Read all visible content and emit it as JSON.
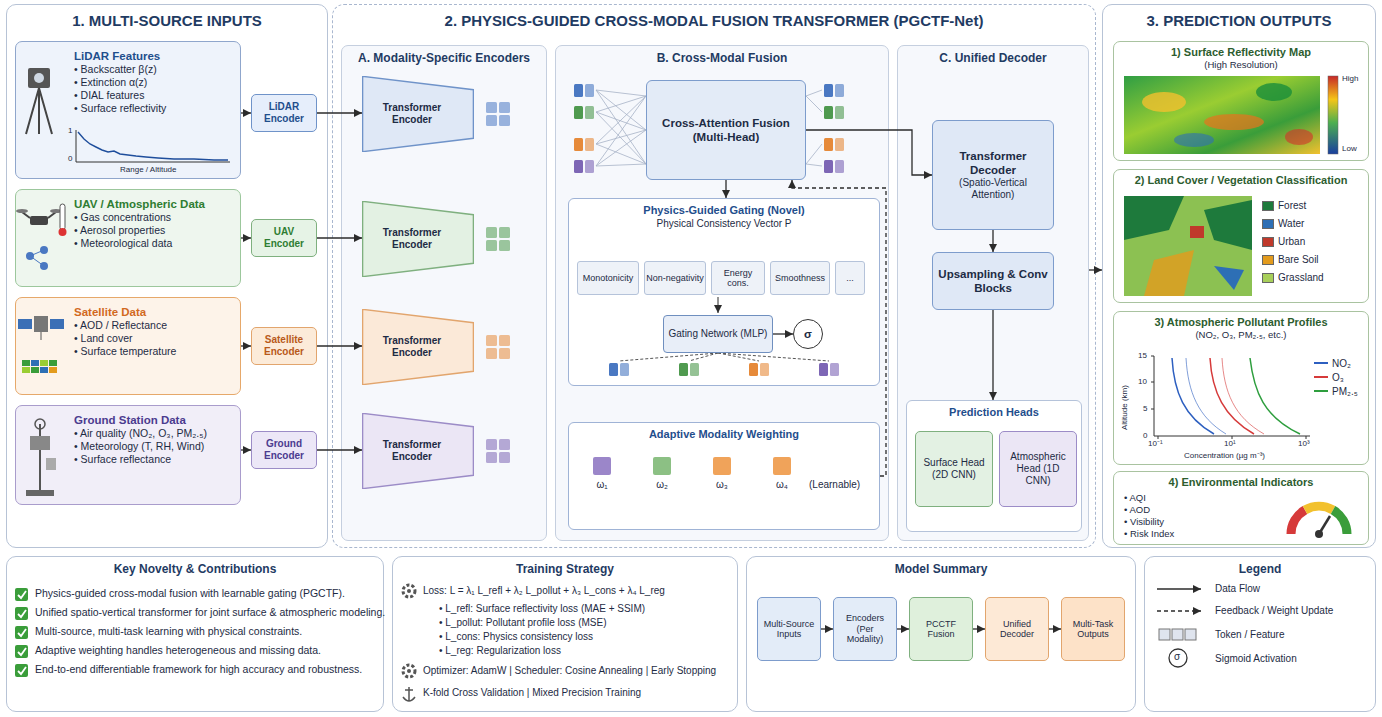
{
  "diagram": {
    "nodes": [
      {
        "text": [
          "1. MULTI-SOURCE INPUTS"
        ]
      },
      {
        "text": [
          "LiDAR Features",
          "• Backscatter β(z)",
          "• Extinction α(z)",
          "• DIAL features",
          "• Surface reflectivity"
        ],
        "in": 0
      },
      {
        "text": [
          "LiDAR Encoder"
        ],
        "in": 0
      },
      {
        "text": [
          "UAV / Atmospheric Data",
          "• Gas concentrations",
          "• Aerosol properties",
          "• Meteorological data"
        ],
        "in": 0
      },
      {
        "text": [
          "UAV Encoder"
        ],
        "in": 0
      },
      {
        "text": [
          "Satellite Data",
          "• AOD / Reflectance",
          "• Land cover",
          "• Surface temperature"
        ],
        "in": 0
      },
      {
        "text": [
          "Satellite Encoder"
        ],
        "in": 0
      },
      {
        "text": [
          "Ground Station Data",
          "• Air quality (NO₂, O₃, PM₂.₅)",
          "• Meteorology (T, RH, Wind)",
          "• Surface reflectance"
        ],
        "in": 0
      },
      {
        "text": [
          "Ground Encoder"
        ],
        "in": 0
      },
      {
        "text": [
          "2. PHYSICS-GUIDED CROSS-MODAL FUSION TRANSFORMER (PGCTF-Net)"
        ]
      },
      {
        "text": [
          "A. Modality-Specific Encoders"
        ],
        "in": 9
      },
      {
        "text": [
          "Transformer Encoder"
        ],
        "in": 10
      },
      {
        "text": [
          "Transformer Encoder"
        ],
        "in": 10
      },
      {
        "text": [
          "Transformer Encoder"
        ],
        "in": 10
      },
      {
        "text": [
          "Transformer Encoder"
        ],
        "in": 10
      },
      {
        "text": [
          "B. Cross-Modal Fusion"
        ],
        "in": 9
      },
      {
        "text": [
          "Cross-Attention Fusion (Multi-Head)"
        ],
        "in": 15
      },
      {
        "text": [
          "Physics-Guided Gating (Novel)",
          "Physical Consistency Vector P"
        ],
        "in": 15
      },
      {
        "text": [
          "Monotonicity"
        ],
        "in": 17
      },
      {
        "text": [
          "Non-negativity"
        ],
        "in": 17
      },
      {
        "text": [
          "Energy cons."
        ],
        "in": 17
      },
      {
        "text": [
          "Smoothness"
        ],
        "in": 17
      },
      {
        "text": [
          "..."
        ],
        "in": 17
      },
      {
        "text": [
          "Gating Network (MLP)"
        ],
        "in": 17
      },
      {
        "text": [
          "σ"
        ],
        "in": 17
      },
      {
        "text": [
          "Adaptive Modality Weighting",
          "ω₁",
          "ω₂",
          "ω₃",
          "ω₄",
          "(Learnable)"
        ],
        "in": 15
      },
      {
        "text": [
          "C. Unified Decoder"
        ],
        "in": 9
      },
      {
        "text": [
          "Transformer Decoder",
          "(Spatio-Vertical Attention)"
        ],
        "in": 26
      },
      {
        "text": [
          "Upsampling & Conv Blocks"
        ],
        "in": 26
      },
      {
        "text": [
          "Prediction Heads"
        ],
        "in": 26
      },
      {
        "text": [
          "Surface Head (2D CNN)"
        ],
        "in": 29
      },
      {
        "text": [
          "Atmospheric Head (1D CNN)"
        ],
        "in": 29
      },
      {
        "text": [
          "3. PREDICTION OUTPUTS"
        ]
      },
      {
        "text": [
          "1) Surface Reflectivity Map",
          "(High Resolution)"
        ],
        "in": 32
      },
      {
        "text": [
          "2) Land Cover / Vegetation Classification"
        ],
        "in": 32
      },
      {
        "text": [
          "3) Atmospheric Pollutant Profiles",
          "(NO₂, O₃, PM₂.₅, etc.)"
        ],
        "in": 32
      },
      {
        "text": [
          "4) Environmental Indicators",
          "• AQI",
          "• AOD",
          "• Visibility",
          "• Risk Index"
        ],
        "in": 32
      },
      {
        "text": [
          "Key Novelty & Contributions",
          "Physics-guided cross-modal fusion with learnable gating (PGCTF).",
          "Unified spatio-vertical transformer for joint surface & atmospheric modeling.",
          "Multi-source, multi-task learning with physical constraints.",
          "Adaptive weighting handles heterogeneous and missing data.",
          "End-to-end differentiable framework for high accuracy and robustness."
        ]
      },
      {
        "text": [
          "Training Strategy",
          "Loss: L = λ₁ L_refl + λ₂ L_pollut + λ₃ L_cons + λ₄ L_reg",
          "• L_refl: Surface reflectivity loss (MAE + SSIM)",
          "• L_pollut: Pollutant profile loss (MSE)",
          "• L_cons: Physics consistency loss",
          "• L_reg: Regularization loss",
          "Optimizer: AdamW  |  Scheduler: Cosine Annealing  |  Early Stopping",
          "K-fold Cross Validation  |  Mixed Precision Training"
        ]
      },
      {
        "text": [
          "Model Summary"
        ]
      },
      {
        "text": [
          "Multi-Source Inputs"
        ],
        "in": 39
      },
      {
        "text": [
          "Encoders (Per Modality)"
        ],
        "in": 39
      },
      {
        "text": [
          "PCCTF Fusion"
        ],
        "in": 39
      },
      {
        "text": [
          "Unified Decoder"
        ],
        "in": 39
      },
      {
        "text": [
          "Multi-Task Outputs"
        ],
        "in": 39
      },
      {
        "text": [
          "Legend"
        ]
      }
    ],
    "edges": [
      {
        "from": 1,
        "to": 2,
        "arrow": "to"
      },
      {
        "from": 3,
        "to": 4,
        "arrow": "to"
      },
      {
        "from": 5,
        "to": 6,
        "arrow": "to"
      },
      {
        "from": 7,
        "to": 8,
        "arrow": "to"
      },
      {
        "from": 2,
        "to": 11,
        "arrow": "to"
      },
      {
        "from": 4,
        "to": 12,
        "arrow": "to"
      },
      {
        "from": 6,
        "to": 13,
        "arrow": "to"
      },
      {
        "from": 8,
        "to": 14,
        "arrow": "to"
      },
      {
        "from": 16,
        "to": 17,
        "arrow": "to"
      },
      {
        "from": 23,
        "to": 24,
        "arrow": "to"
      },
      {
        "from": 25,
        "to": 16,
        "arrow": "to"
      },
      {
        "from": 16,
        "to": 27,
        "arrow": "to"
      },
      {
        "from": 27,
        "to": 28,
        "arrow": "to"
      },
      {
        "from": 28,
        "to": 29,
        "arrow": "to"
      },
      {
        "from": 26,
        "to": 32,
        "arrow": "to"
      },
      {
        "from": 40,
        "to": 41,
        "arrow": "to"
      },
      {
        "from": 41,
        "to": 42,
        "arrow": "to"
      },
      {
        "from": 42,
        "to": 43,
        "arrow": "to"
      },
      {
        "from": 43,
        "to": 44,
        "arrow": "to"
      }
    ],
    "labels": [
      "1",
      "0",
      "Range / Altitude",
      "High",
      "Low",
      "Altitude (km)",
      "15",
      "10",
      "5",
      "0",
      "10⁻¹",
      "10¹",
      "10³",
      "Concentration (µg m⁻³)",
      "σ"
    ],
    "legend": [
      {
        "text": "Forest",
        "color": "#1e7a3c"
      },
      {
        "text": "Water",
        "color": "#2d6fb5"
      },
      {
        "text": "Urban",
        "color": "#c0392b"
      },
      {
        "text": "Bare Soil",
        "color": "#e39b1d"
      },
      {
        "text": "Grassland",
        "color": "#a8cf5a"
      },
      {
        "text": "NO₂"
      },
      {
        "text": "O₃"
      },
      {
        "text": "PM₂.₅"
      },
      {
        "text": "Data Flow"
      },
      {
        "text": "Feedback / Weight Update"
      },
      {
        "text": "Token / Feature"
      },
      {
        "text": "Sigmoid Activation"
      }
    ]
  }
}
